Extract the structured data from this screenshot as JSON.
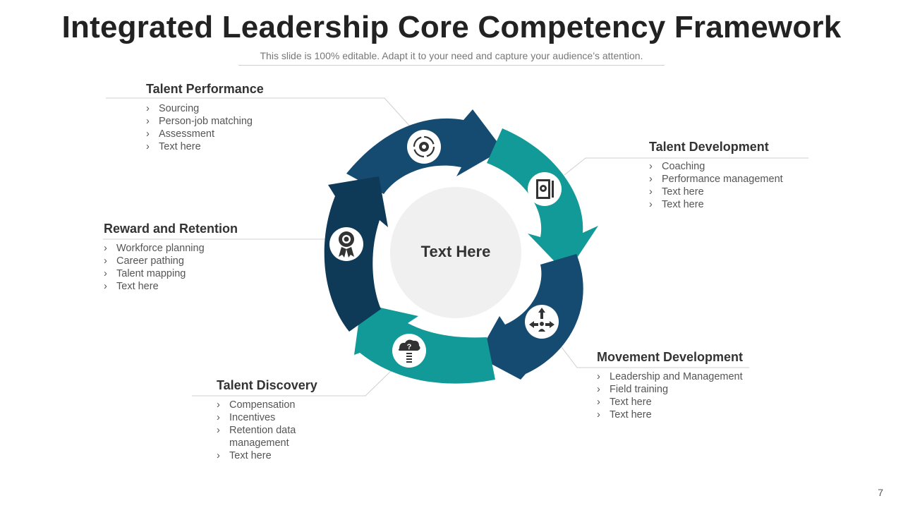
{
  "title": "Integrated Leadership Core Competency Framework",
  "subtitle": "This slide is 100% editable. Adapt it to your need and capture your audience’s attention.",
  "center_label": "Text Here",
  "page_number": "7",
  "colors": {
    "dark_navy": "#0e3a58",
    "navy": "#154b71",
    "teal": "#129a98",
    "center": "#f0f0f0"
  },
  "sections": {
    "talent_performance": {
      "title": "Talent Performance",
      "icon": "gear-refresh-icon",
      "items": [
        "Sourcing",
        "Person-job matching",
        "Assessment",
        "Text here"
      ]
    },
    "talent_development": {
      "title": "Talent Development",
      "icon": "notebook-gear-icon",
      "items": [
        "Coaching",
        "Performance management",
        "Text here",
        "Text here"
      ]
    },
    "movement_development": {
      "title": "Movement Development",
      "icon": "arrows-person-icon",
      "items": [
        "Leadership and Management",
        "Field training",
        "Text here",
        "Text here"
      ]
    },
    "talent_discovery": {
      "title": "Talent Discovery",
      "icon": "cloud-question-icon",
      "items": [
        "Compensation",
        "Incentives",
        "Retention data management",
        "Text here"
      ]
    },
    "reward_retention": {
      "title": "Reward and Retention",
      "icon": "award-badge-icon",
      "items": [
        "Workforce planning",
        "Career pathing",
        "Talent mapping",
        "Text here"
      ]
    }
  }
}
